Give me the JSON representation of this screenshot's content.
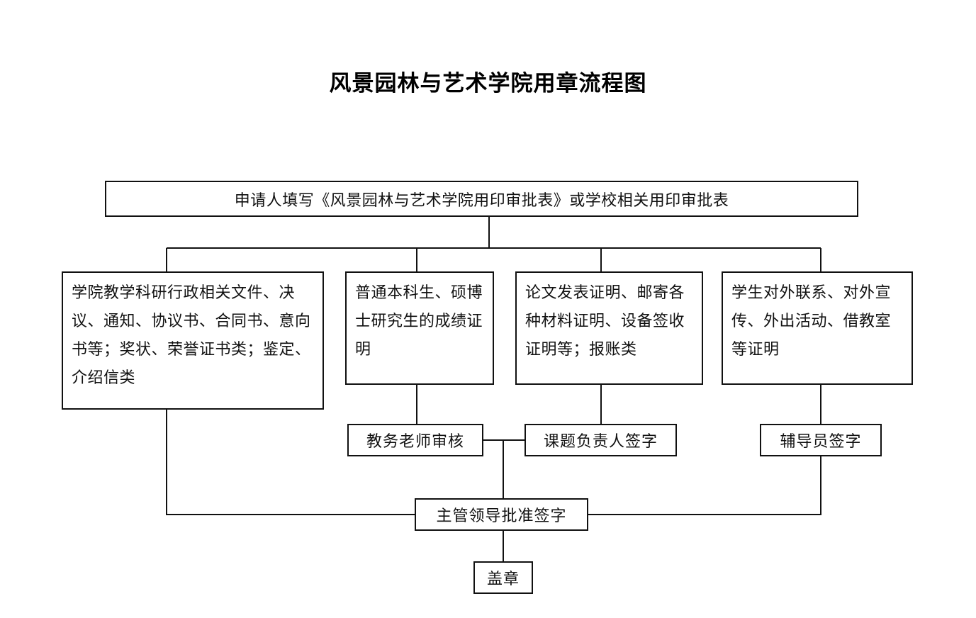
{
  "document": {
    "title": "风景园林与艺术学院用章流程图",
    "type": "flowchart",
    "background_color": "#ffffff",
    "line_color": "#111111",
    "text_color": "#111111"
  },
  "nodes": {
    "apply": {
      "id": "apply",
      "label": "申请人填写《风景园林与艺术学院用印审批表》或学校相关用印审批表",
      "shape": "rectangle",
      "level": 1
    },
    "category_1": {
      "id": "category_1",
      "label": "学院教学科研行政相关文件、决议、通知、协议书、合同书、意向书等；奖状、荣誉证书类；鉴定、介绍信类",
      "shape": "rectangle",
      "level": 2
    },
    "category_2": {
      "id": "category_2",
      "label": "普通本科生、硕博士研究生的成绩证明",
      "shape": "rectangle",
      "level": 2
    },
    "category_3": {
      "id": "category_3",
      "label": "论文发表证明、邮寄各种材料证明、设备签收证明等；报账类",
      "shape": "rectangle",
      "level": 2
    },
    "category_4": {
      "id": "category_4",
      "label": "学生对外联系、对外宣传、外出活动、借教室等证明",
      "shape": "rectangle",
      "level": 2
    },
    "academic_review": {
      "id": "academic_review",
      "label": "教务老师审核",
      "shape": "rectangle",
      "level": 3
    },
    "project_leader_sign": {
      "id": "project_leader_sign",
      "label": "课题负责人签字",
      "shape": "rectangle",
      "level": 3
    },
    "counselor_sign": {
      "id": "counselor_sign",
      "label": "辅导员签字",
      "shape": "rectangle",
      "level": 3
    },
    "director_approval": {
      "id": "director_approval",
      "label": "主管领导批准签字",
      "shape": "rectangle",
      "level": 4
    },
    "seal": {
      "id": "seal",
      "label": "盖章",
      "shape": "rectangle",
      "level": 5
    }
  },
  "edges": [
    {
      "from": "apply",
      "to": "category_1"
    },
    {
      "from": "apply",
      "to": "category_2"
    },
    {
      "from": "apply",
      "to": "category_3"
    },
    {
      "from": "apply",
      "to": "category_4"
    },
    {
      "from": "category_2",
      "to": "academic_review"
    },
    {
      "from": "category_3",
      "to": "project_leader_sign"
    },
    {
      "from": "category_4",
      "to": "counselor_sign"
    },
    {
      "from": "category_1",
      "to": "director_approval"
    },
    {
      "from": "academic_review",
      "to": "director_approval"
    },
    {
      "from": "project_leader_sign",
      "to": "director_approval"
    },
    {
      "from": "counselor_sign",
      "to": "director_approval"
    },
    {
      "from": "director_approval",
      "to": "seal"
    }
  ]
}
